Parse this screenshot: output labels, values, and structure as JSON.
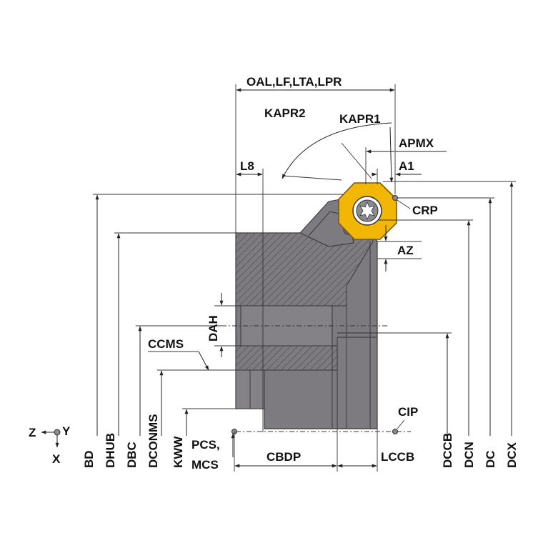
{
  "colors": {
    "body": "#7d7a80",
    "body_dark": "#5f5c63",
    "hatch": "#4a474d",
    "insert": "#f2b705",
    "insert_edge": "#7a5a00",
    "line": "#222222"
  },
  "labels": {
    "oal": "OAL,LF,LTA,LPR",
    "kapr2": "KAPR2",
    "kapr1": "KAPR1",
    "apmx": "APMX",
    "a1": "A1",
    "l8": "L8",
    "crp": "CRP",
    "az": "AZ",
    "dah": "DAH",
    "ccms": "CCMS",
    "cip": "CIP",
    "pcs": "PCS,",
    "mcs": "MCS",
    "cbdp": "CBDP",
    "lccb": "LCCB",
    "bd": "BD",
    "dhub": "DHUB",
    "dbc": "DBC",
    "dconms": "DCONMS",
    "kww": "KWW",
    "dccb": "DCCB",
    "dcn": "DCN",
    "dc": "DC",
    "dcx": "DCX",
    "axis_z": "Z",
    "axis_y": "Y",
    "axis_x": "X"
  },
  "icons": {
    "insert_screw": "torx-screw-icon",
    "coordinate_origin": "origin-point-icon"
  }
}
